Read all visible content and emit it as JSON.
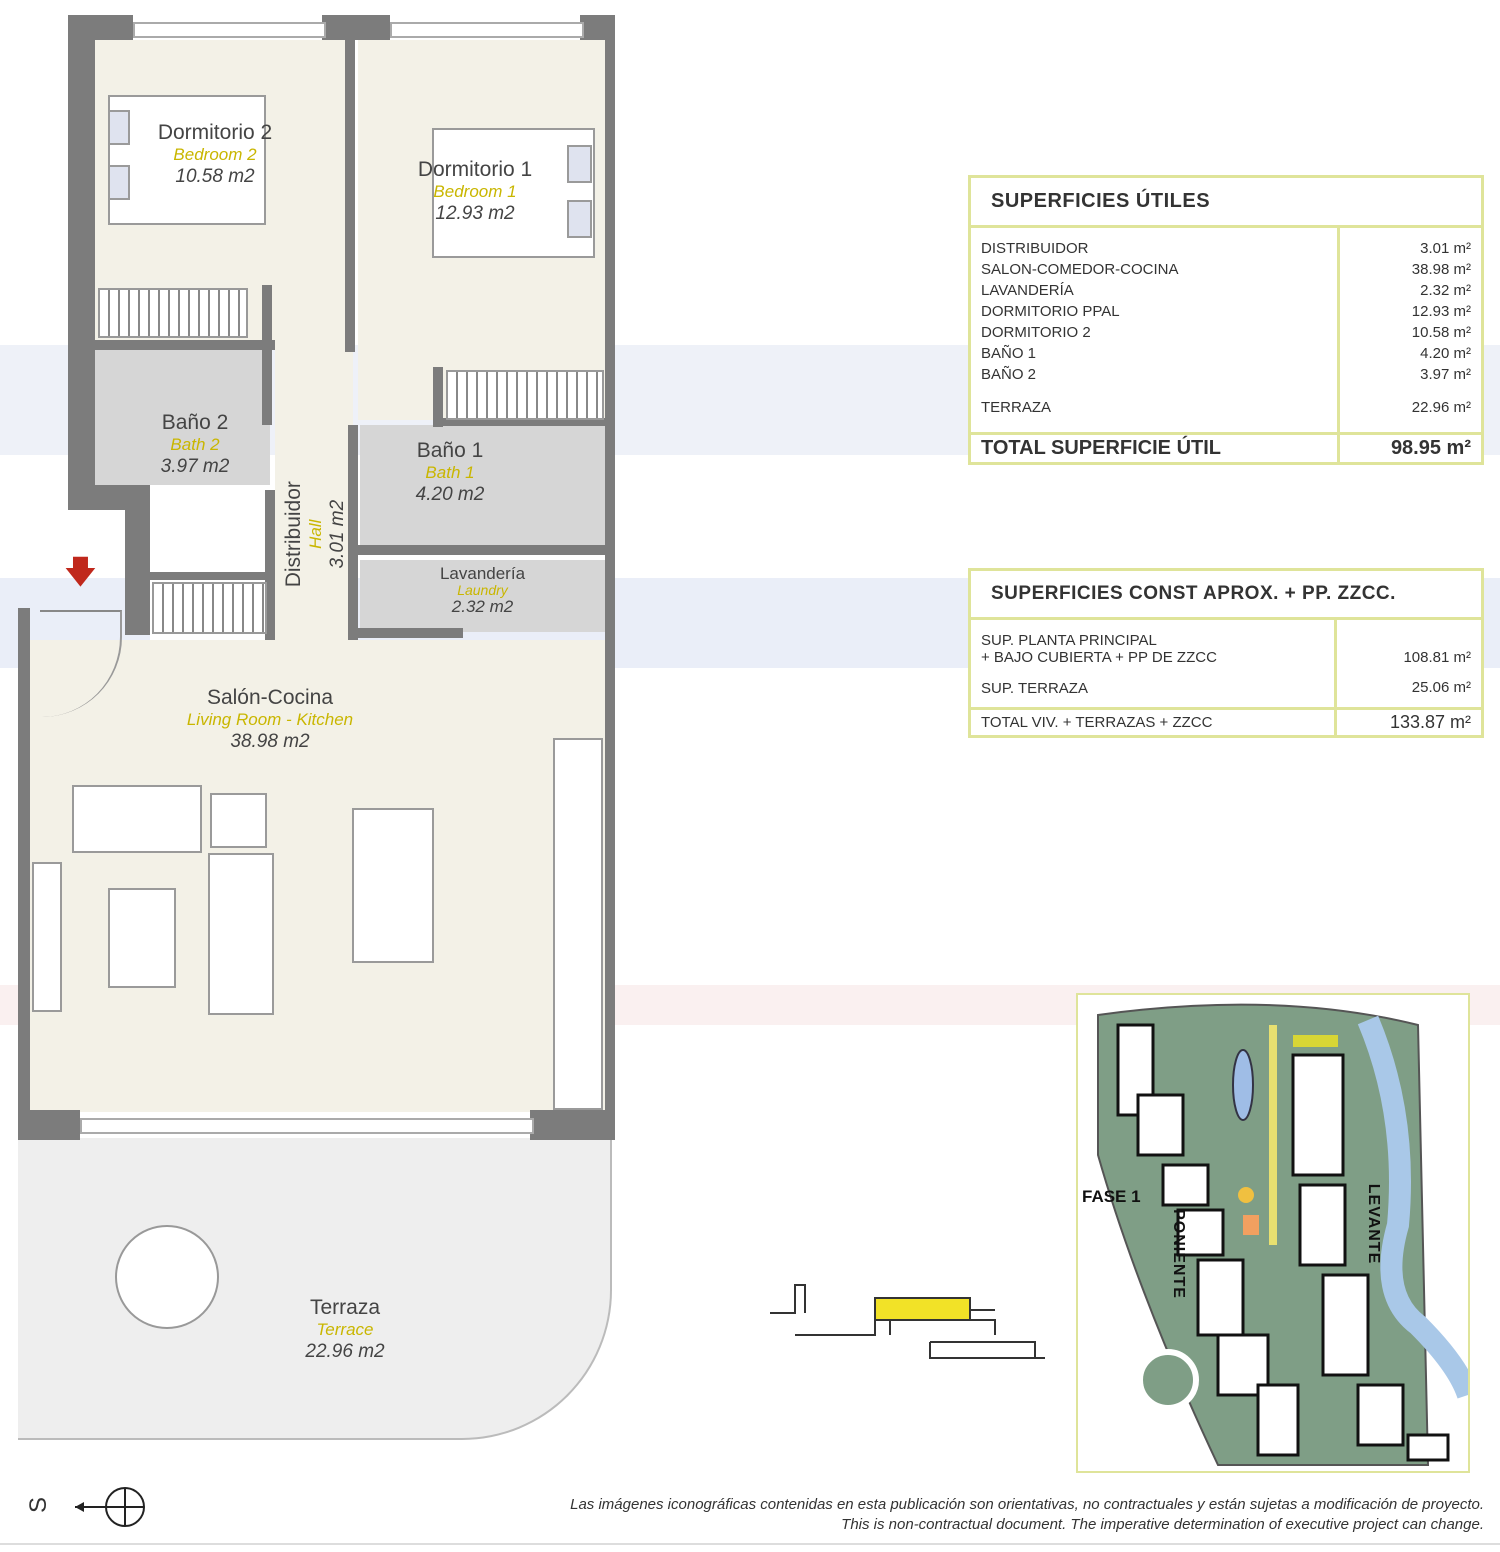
{
  "rooms": {
    "dormitorio2": {
      "name": "Dormitorio 2",
      "en": "Bedroom 2",
      "area": "10.58 m2"
    },
    "dormitorio1": {
      "name": "Dormitorio 1",
      "en": "Bedroom 1",
      "area": "12.93 m2"
    },
    "bano2": {
      "name": "Baño 2",
      "en": "Bath 2",
      "area": "3.97 m2"
    },
    "bano1": {
      "name": "Baño 1",
      "en": "Bath 1",
      "area": "4.20 m2"
    },
    "distribuidor": {
      "name": "Distribuidor",
      "en": "Hall",
      "area": "3.01 m2"
    },
    "lavanderia": {
      "name": "Lavandería",
      "en": "Laundry",
      "area": "2.32 m2"
    },
    "salon": {
      "name": "Salón-Cocina",
      "en": "Living Room - Kitchen",
      "area": "38.98 m2"
    },
    "terraza": {
      "name": "Terraza",
      "en": "Terrace",
      "area": "22.96 m2"
    }
  },
  "table_utiles": {
    "title": "SUPERFICIES ÚTILES",
    "rows": [
      {
        "label": "DISTRIBUIDOR",
        "value": "3.01 m²"
      },
      {
        "label": "SALON-COMEDOR-COCINA",
        "value": "38.98 m²"
      },
      {
        "label": "LAVANDERÍA",
        "value": "2.32 m²"
      },
      {
        "label": "DORMITORIO PPAL",
        "value": "12.93 m²"
      },
      {
        "label": "DORMITORIO 2",
        "value": "10.58 m²"
      },
      {
        "label": "BAÑO 1",
        "value": "4.20 m²"
      },
      {
        "label": "BAÑO 2",
        "value": "3.97 m²"
      },
      {
        "label": "TERRAZA",
        "value": "22.96 m²"
      }
    ],
    "total_label": "TOTAL SUPERFICIE ÚTIL",
    "total_value": "98.95 m²"
  },
  "table_const": {
    "title": "SUPERFICIES CONST APROX. + PP. ZZCC.",
    "rows": [
      {
        "label": "SUP. PLANTA PRINCIPAL",
        "label2": "+ BAJO CUBIERTA + PP DE ZZCC",
        "value": "108.81 m²"
      },
      {
        "label": "SUP. TERRAZA",
        "value": "25.06 m²"
      }
    ],
    "total_label": "TOTAL VIV. + TERRAZAS + ZZCC",
    "total_value": "133.87 m²"
  },
  "site_map": {
    "phase": "FASE 1",
    "block_west": "PONIENTE",
    "block_east": "LEVANTE"
  },
  "compass": {
    "letter": "S"
  },
  "disclaimer": {
    "es": "Las imágenes iconográficas contenidas en esta publicación son orientativas, no contractuales y están sujetas a modificación de proyecto.",
    "en": "This is non-contractual document. The imperative determination of executive project can change."
  },
  "colors": {
    "wall": "#7c7c7c",
    "label_en": "#c9b600",
    "table_border": "#dfe49a",
    "site_green": "#7f9e86",
    "river": "#a9c8e8",
    "highlight": "#f2e227"
  }
}
